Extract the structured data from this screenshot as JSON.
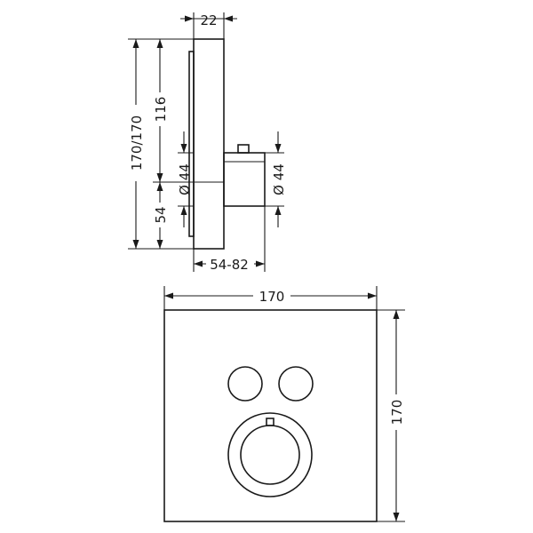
{
  "side_view": {
    "depth_label": "22",
    "total_height_label": "170/170",
    "upper_height_label": "116",
    "lower_height_label": "54",
    "left_diameter_label": "Ø 44",
    "right_diameter_label": "Ø 44",
    "install_depth_label": "54-82"
  },
  "front_view": {
    "width_label": "170",
    "height_label": "170"
  }
}
